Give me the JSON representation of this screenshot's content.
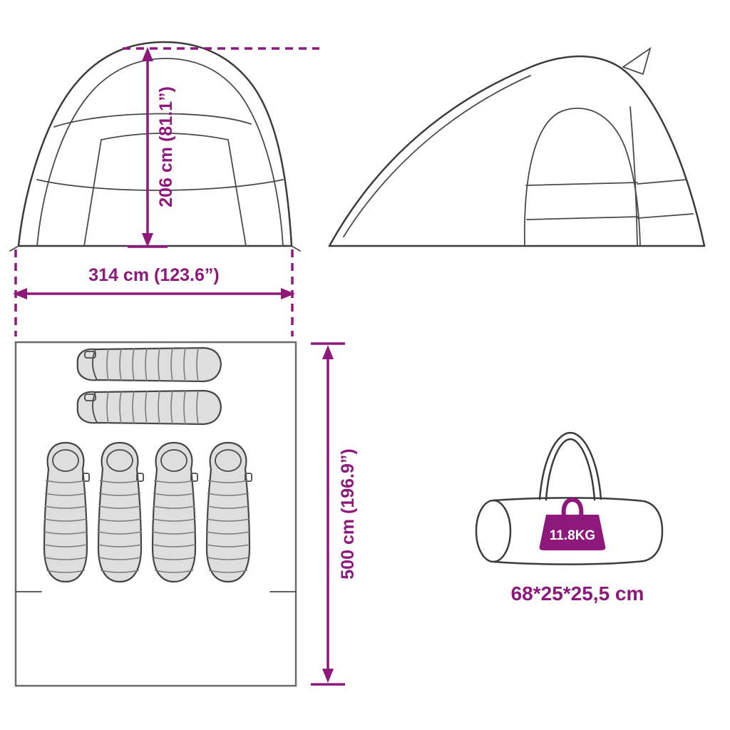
{
  "colors": {
    "accent": "#8E187C",
    "line_art": "#3C3C3C",
    "bag_fill": "#DEDEDE",
    "floor_border": "#6B6B6B",
    "weight_text": "#FFFFFF",
    "background": "#FFFFFF"
  },
  "dimensions": {
    "tent_height_label": "206 cm (81.1”)",
    "tent_width_label": "314 cm (123.6”)",
    "floor_length_label": "500 cm (196.9”)",
    "carry_bag_size_label": "68*25*25,5 cm",
    "carry_bag_weight_label": "11.8KG"
  },
  "figures": {
    "front_view": "tent front elevation drawing",
    "side_view": "tent side elevation drawing",
    "floor_plan": {
      "horizontal_sleeping_bags": 2,
      "vertical_sleeping_bags": 4
    },
    "carry_bag": "cylindrical carry bag with handle and weight icon"
  }
}
